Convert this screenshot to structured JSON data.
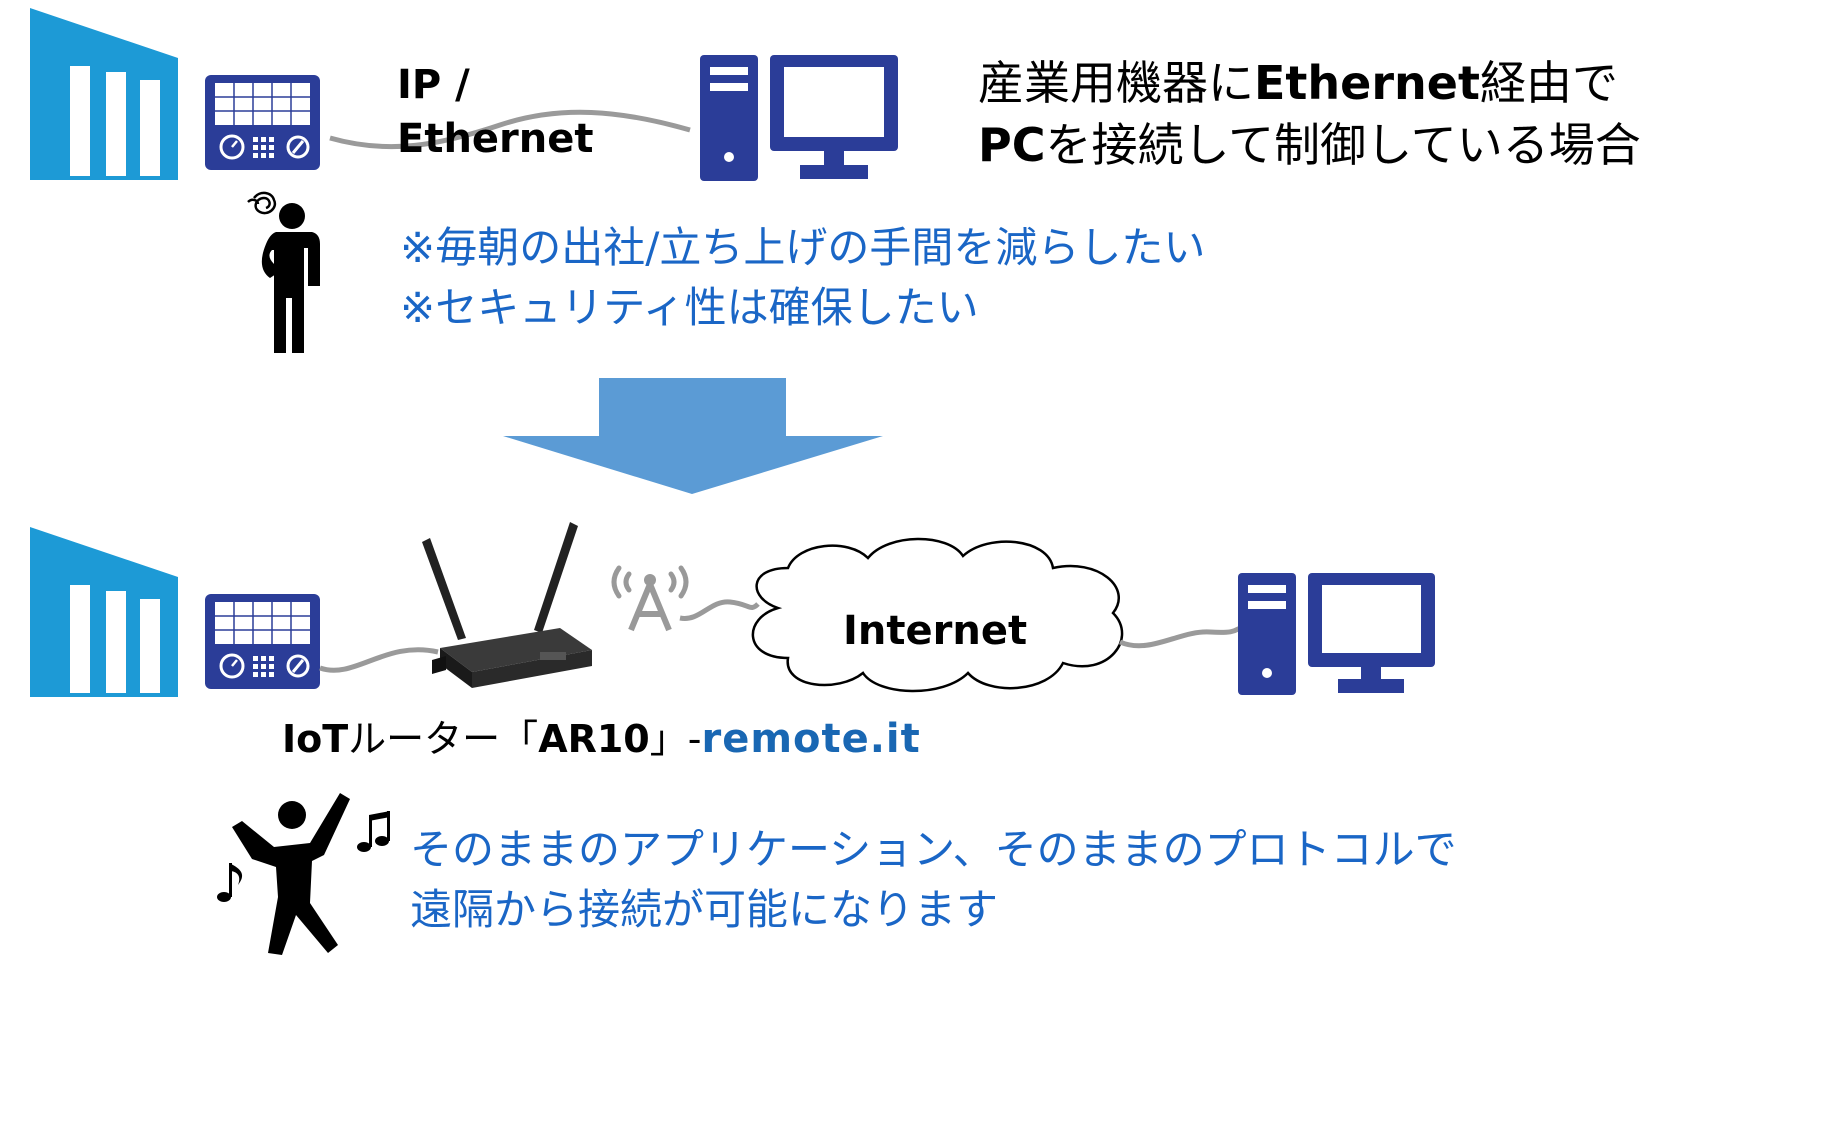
{
  "top": {
    "link_label_line1": "IP /",
    "link_label_line2": "Ethernet",
    "scenario_line1_pre": "産業用機器に",
    "scenario_line1_bold": "Ethernet",
    "scenario_line1_post": "経由で",
    "scenario_line2_bold": "PC",
    "scenario_line2_post": "を接続して制御している場合",
    "wish_line1": "※毎朝の出社/立ち上げの手間を減らしたい",
    "wish_line2": "※セキュリティ性は確保したい"
  },
  "bottom": {
    "internet_label": "Internet",
    "router_label_bold1": "IoT",
    "router_label_mid": "ルーター「",
    "router_label_bold2": "AR10",
    "router_label_end": "」-",
    "remote_logo": "remote.it",
    "benefit_line1": "そのままのアプリケーション、そのままのプロトコルで",
    "benefit_line2": "遠隔から接続が可能になります"
  },
  "colors": {
    "building": "#1d9ad6",
    "device": "#2b3d98",
    "pc": "#2b3d98",
    "arrow": "#5b9bd5",
    "accent_text": "#1a66c6",
    "cable": "#9a9a9a"
  }
}
